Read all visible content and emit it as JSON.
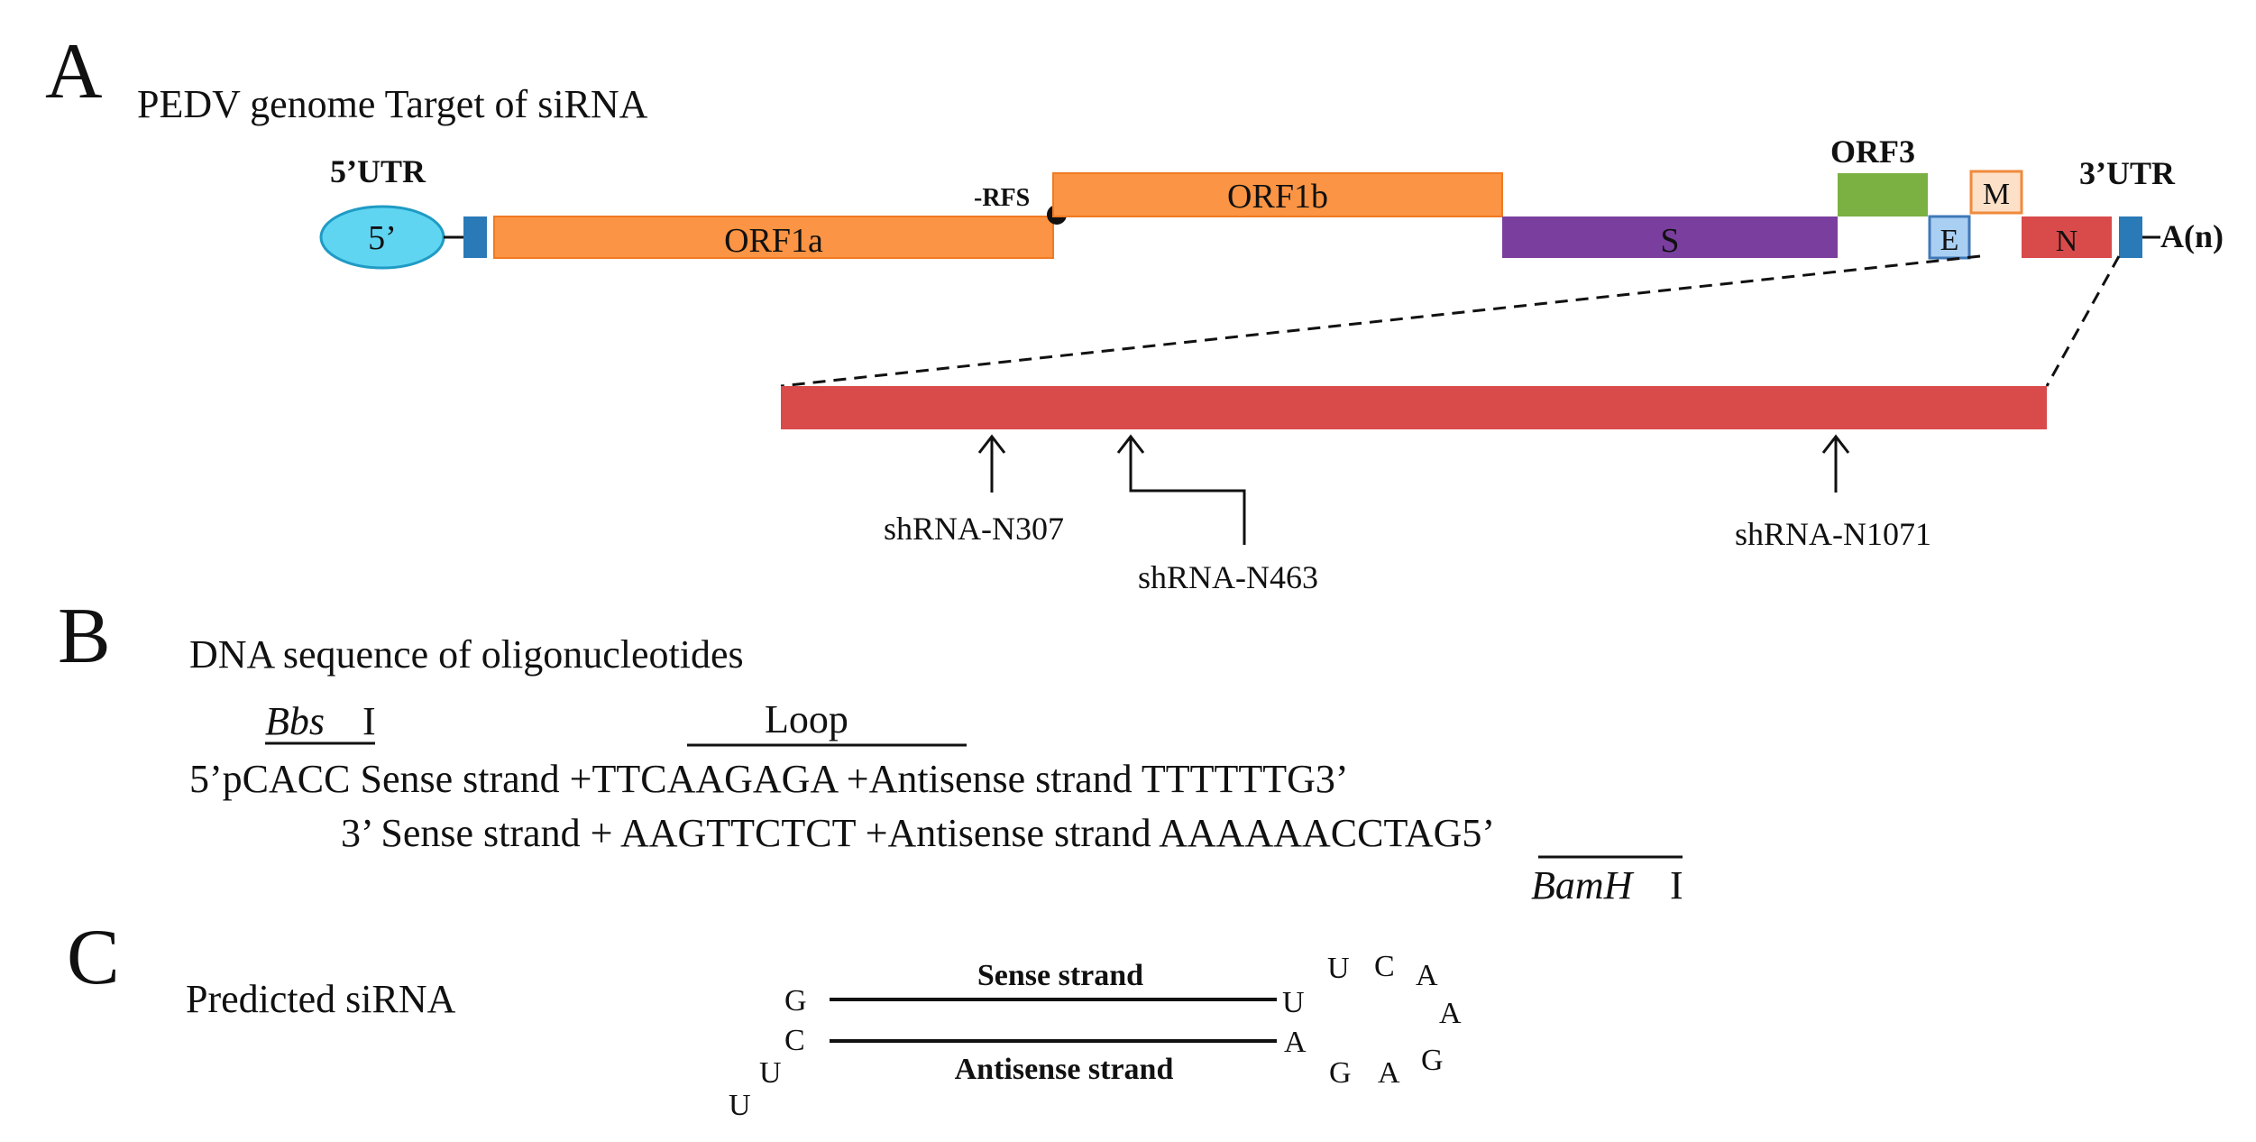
{
  "panels": {
    "a": {
      "letter": "A",
      "title": "PEDV genome Target of siRNA",
      "utr5": "5’UTR",
      "cap5": "5’",
      "rfs": "-RFS",
      "orf1a": "ORF1a",
      "orf1b": "ORF1b",
      "s": "S",
      "orf3": "ORF3",
      "e": "E",
      "m": "M",
      "n": "N",
      "utr3": "3’UTR",
      "polya": "A(n)",
      "shrna": [
        "shRNA-N307",
        "shRNA-N463",
        "shRNA-N1071"
      ]
    },
    "b": {
      "letter": "B",
      "title": "DNA sequence of oligonucleotides",
      "bbs": "Bbs",
      "bbs_num": "I",
      "loop": "Loop",
      "line1_prefix": "5’pCACC Sense strand +",
      "line1_loop": "TTCAAGAGA",
      "line1_suffix": " +Antisense strand TTTTTTG3’",
      "line2_prefix": "3’ Sense strand + AAGTTCTCT +Antisense strand AAAAAA",
      "line2_site": "CCTAG",
      "line2_end": "5’",
      "bamh": "BamH",
      "bamh_num": "I"
    },
    "c": {
      "letter": "C",
      "title": "Predicted siRNA",
      "sense": "Sense strand",
      "antisense": "Antisense strand",
      "nt_g_left": "G",
      "nt_c_left": "C",
      "nt_u_left1": "U",
      "nt_u_left2": "U",
      "nt_u_right": "U",
      "nt_a_right": "A",
      "loop_u": "U",
      "loop_c": "C",
      "loop_a1": "A",
      "loop_a2": "A",
      "loop_g1": "G",
      "loop_a3": "A",
      "loop_g2": "G"
    }
  },
  "colors": {
    "orf1": "#fb9444",
    "orf1_edge": "#f07a20",
    "s": "#7a3f9e",
    "orf3": "#7bb042",
    "e_fill": "#a9cff2",
    "e_edge": "#3f78b8",
    "m_fill": "#fde0c8",
    "m_edge": "#f08a3c",
    "n": "#d94a4a",
    "utr_block": "#2a7ab8",
    "cap_fill": "#5fd5f2",
    "cap_edge": "#1f9bc4"
  }
}
